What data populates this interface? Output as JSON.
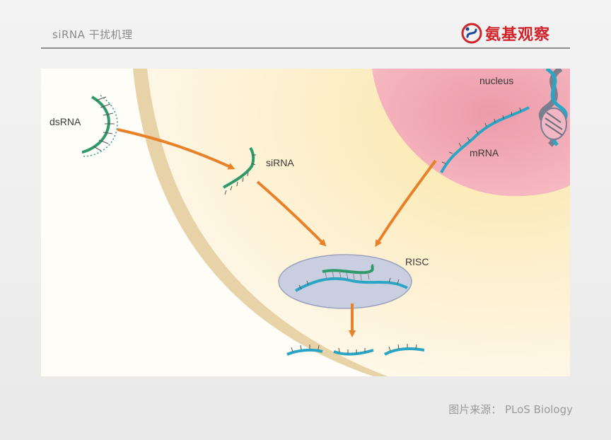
{
  "header": {
    "title": "siRNA 干扰机理",
    "logo_text": "氨基观察",
    "brand_color": "#d0242b"
  },
  "diagram": {
    "labels": {
      "dsrna": "dsRNA",
      "sirna": "siRNA",
      "nucleus": "nucleus",
      "mrna": "mRNA",
      "risc": "RISC"
    },
    "colors": {
      "cytoplasm": "#fdf2d6",
      "nucleus": "#f2a9b4",
      "rna_green": "#2e9a6a",
      "rna_blue": "#2aa6c4",
      "arrow": "#e8822a",
      "risc_fill": "#c9cfe0"
    }
  },
  "footer": {
    "credit": "图片来源： PLoS Biology"
  }
}
